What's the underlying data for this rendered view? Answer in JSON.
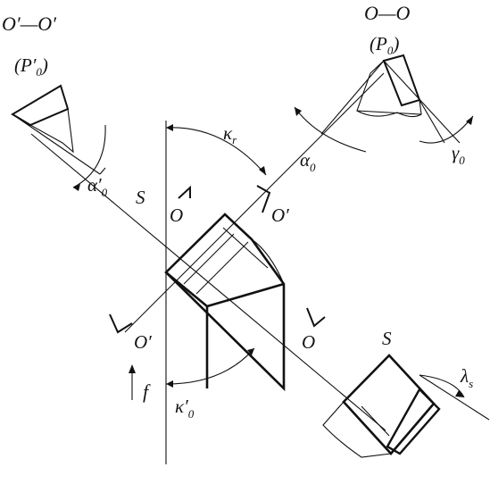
{
  "labels": {
    "sec_oo_prime": "O′—O′",
    "plane_p0_prime": "(P′",
    "plane_p0_prime_sub": "0",
    "plane_p0_prime_close": ")",
    "sec_oo": "O—O",
    "plane_p0": "(P",
    "plane_p0_sub": "0",
    "plane_p0_close": ")",
    "kappa_r": "κ",
    "kappa_r_sub": "r",
    "alpha0": "α",
    "alpha0_sub": "0",
    "gamma0": "γ",
    "gamma0_sub": "0",
    "alpha0_prime": "α′",
    "alpha0_prime_sub": "0",
    "s_top": "S",
    "o_upper": "O",
    "o_prime_upper": "O′",
    "o_prime_lower": "O′",
    "o_lower": "O",
    "f_label": "f",
    "kappa0_prime": "κ′",
    "kappa0_prime_sub": "0",
    "s_bottom": "S",
    "lambda_s": "λ",
    "lambda_s_sub": "s"
  }
}
